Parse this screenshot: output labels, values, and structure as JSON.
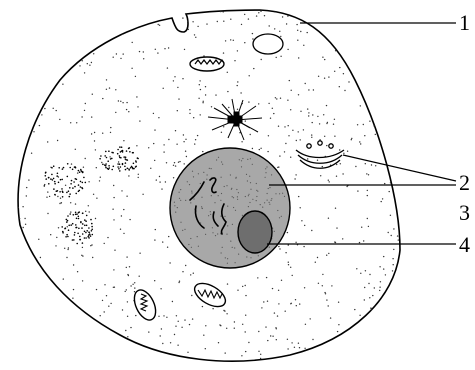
{
  "labels": [
    {
      "id": "1",
      "text": "1"
    },
    {
      "id": "2",
      "text": "2"
    },
    {
      "id": "3",
      "text": "3"
    },
    {
      "id": "4",
      "text": "4"
    }
  ],
  "colors": {
    "outline": "#000000",
    "stipple": "#333333",
    "nucleus": "#a8a8a8",
    "nucleolus": "#6e6e6e"
  }
}
